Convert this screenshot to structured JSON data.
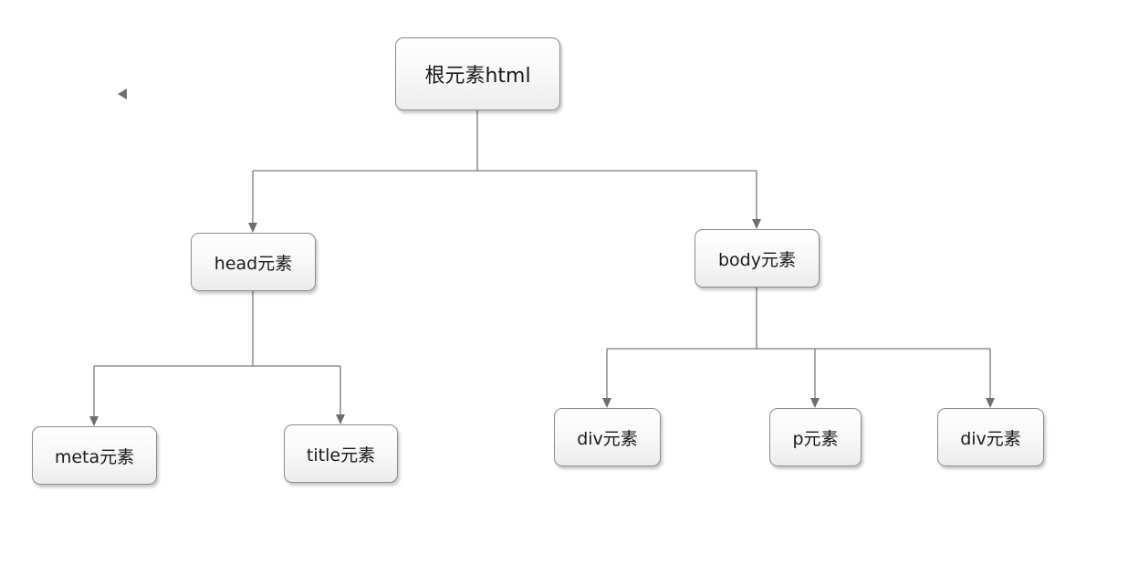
{
  "diagram": {
    "type": "tree",
    "nodes": [
      {
        "id": "root",
        "label": "根元素html"
      },
      {
        "id": "head",
        "label": "head元素"
      },
      {
        "id": "body",
        "label": "body元素"
      },
      {
        "id": "meta",
        "label": "meta元素"
      },
      {
        "id": "title",
        "label": "title元素"
      },
      {
        "id": "div1",
        "label": "div元素"
      },
      {
        "id": "p",
        "label": "p元素"
      },
      {
        "id": "div2",
        "label": "div元素"
      }
    ],
    "edges": [
      {
        "from": "root",
        "to": "head"
      },
      {
        "from": "root",
        "to": "body"
      },
      {
        "from": "head",
        "to": "meta"
      },
      {
        "from": "head",
        "to": "title"
      },
      {
        "from": "body",
        "to": "div1"
      },
      {
        "from": "body",
        "to": "p"
      },
      {
        "from": "body",
        "to": "div2"
      }
    ],
    "colors": {
      "connector": "#7a7a7a",
      "node_border": "#8c8c8c",
      "text": "#1a1a1a"
    }
  }
}
